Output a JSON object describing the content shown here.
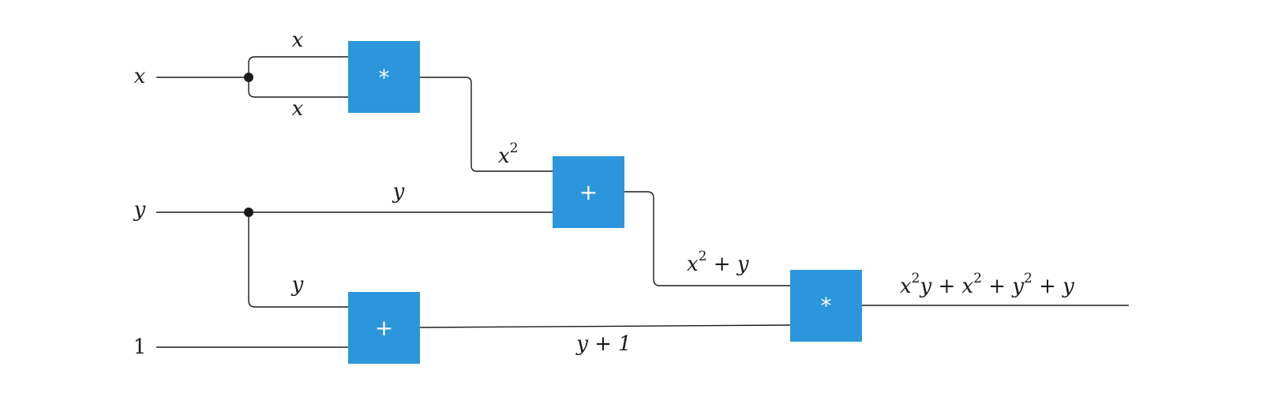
{
  "inputs": {
    "x": "x",
    "y": "y",
    "one": "1"
  },
  "gates": {
    "mult_top": "*",
    "add_middle": "+",
    "add_bottom": "+",
    "mult_final": "*"
  },
  "edge_labels": {
    "x_upper": "x",
    "x_lower": "x",
    "x_squared_base": "x",
    "x_squared_exp": "2",
    "y_middle": "y",
    "y_lower": "y",
    "sum_x_base": "x",
    "sum_x_exp": "2",
    "sum_rest": " + y",
    "y_plus_one": "y + 1"
  },
  "output": {
    "t1_base": "x",
    "t1_exp": "2",
    "t1_tail": "y + x",
    "t2_exp": "2",
    "t2_mid": " + y",
    "t3_exp": "2",
    "t3_tail": " + y"
  },
  "colors": {
    "gate_fill": "#2b96db",
    "wire": "#1a1a1a"
  }
}
